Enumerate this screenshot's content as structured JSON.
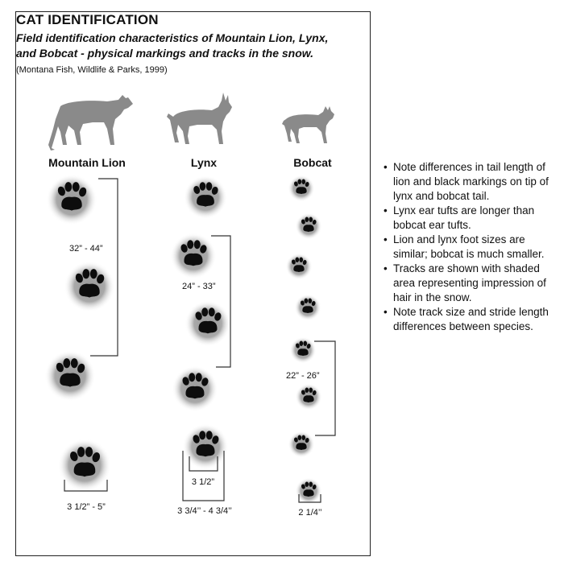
{
  "header": {
    "title": "CAT IDENTIFICATION",
    "subtitle": "Field identification characteristics of Mountain Lion, Lynx, and Bobcat - physical markings and tracks in the snow.",
    "citation": "(Montana Fish, Wildlife & Parks, 1999)"
  },
  "columns": [
    {
      "name": "Mountain Lion",
      "stride": "32” - 44”",
      "track_width": "3 1/2” - 5”"
    },
    {
      "name": "Lynx",
      "stride": "24” - 33”",
      "track_width_inner": "3 1/2”",
      "track_width_outer": "3 3/4’’ - 4 3/4’’"
    },
    {
      "name": "Bobcat",
      "stride": "22” - 26”",
      "track_width": "2 1/4’’"
    }
  ],
  "notes": [
    "Note differences in tail length of lion and black markings on tip of lynx and bobcat tail.",
    "Lynx ear tufts are longer than bobcat ear tufts.",
    "Lion and lynx foot sizes are similar; bobcat is much smaller.",
    "Tracks are shown with shaded area representing impression of hair in the snow.",
    "Note track size and stride length differences between species."
  ],
  "colors": {
    "silhouette": "#8a8a8a",
    "track": "#0d0d0d",
    "halo": "#9a9a9a",
    "line": "#333333"
  }
}
